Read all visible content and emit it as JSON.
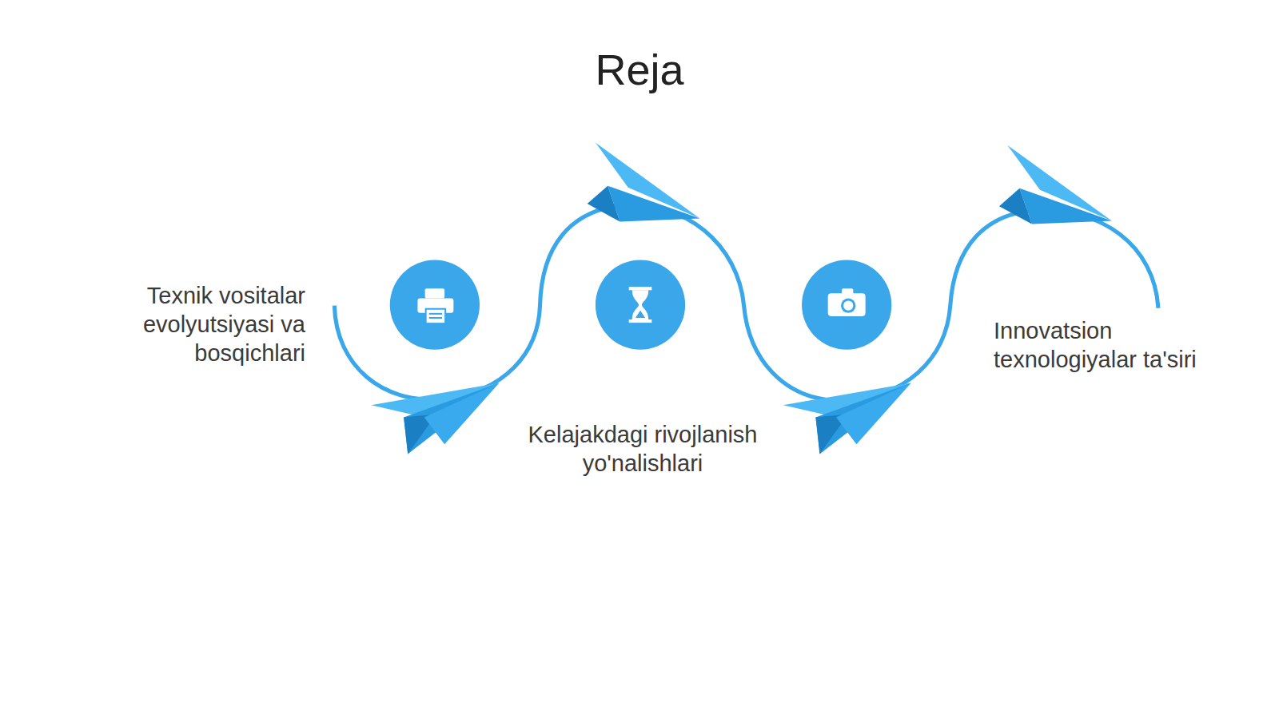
{
  "diagram": {
    "title": "Reja",
    "labels": [
      "Texnik vositalar evolyutsiyasi va bosqichlari",
      "Kelajakdagi rivojlanish yo'nalishlari",
      "Innovatsion texnologiyalar ta'siri"
    ]
  }
}
